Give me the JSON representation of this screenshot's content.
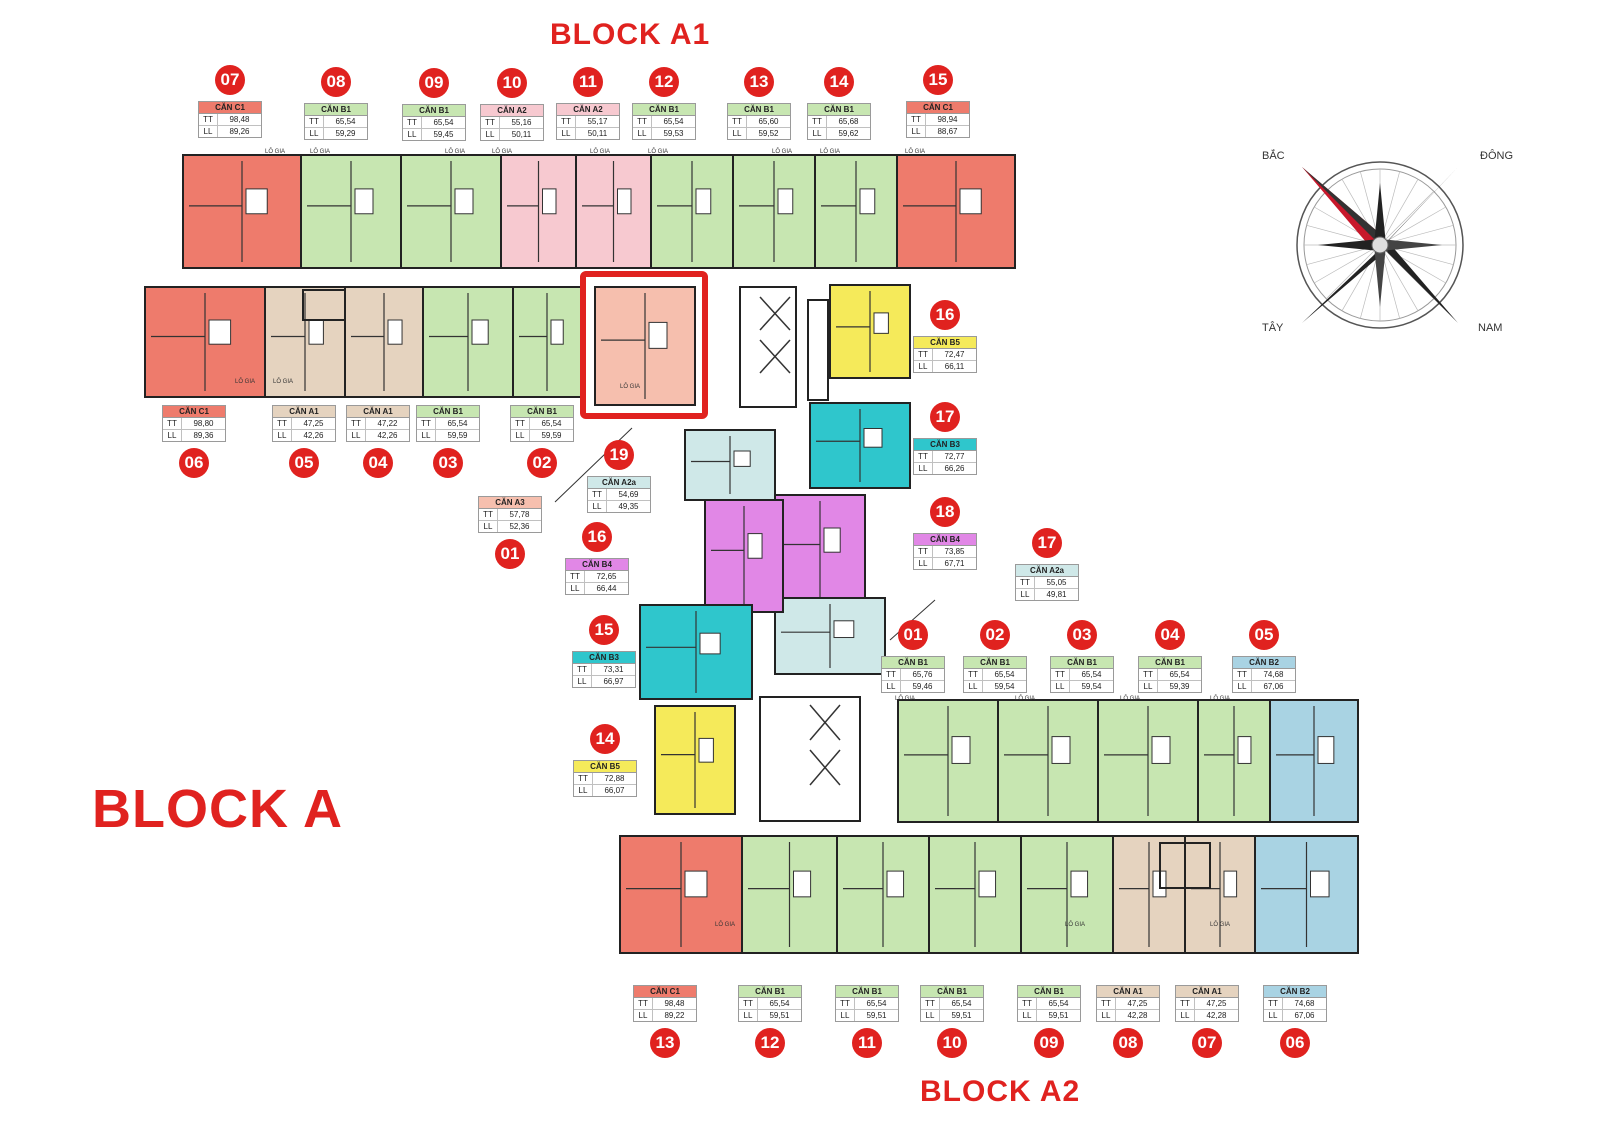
{
  "titles": {
    "block_a1": "BLOCK A1",
    "block_a2": "BLOCK A2",
    "block_a": "BLOCK A"
  },
  "labels": {
    "loggia": "LÔ GIA"
  },
  "compass": {
    "north": "BẮC",
    "east": "ĐÔNG",
    "west": "TÂY",
    "south": "NAM"
  },
  "colors": {
    "C1": "#ee7b6c",
    "B1": "#c7e6b1",
    "A2": "#f7c9d0",
    "A1": "#e5d3bf",
    "A3": "#f6bfae",
    "A2a": "#cfe8e8",
    "B3": "#2fc6cc",
    "B4": "#e187e6",
    "B5": "#f5ea5a",
    "B2": "#a9d3e3",
    "accent": "#e0221f",
    "highlight": "#e0221f"
  },
  "units": [
    {
      "no": "07",
      "name": "CĂN C1",
      "code": "C1",
      "tt": "98,48",
      "ll": "89,26"
    },
    {
      "no": "08",
      "name": "CĂN B1",
      "code": "B1",
      "tt": "65,54",
      "ll": "59,29"
    },
    {
      "no": "09",
      "name": "CĂN B1",
      "code": "B1",
      "tt": "65,54",
      "ll": "59,45"
    },
    {
      "no": "10",
      "name": "CĂN A2",
      "code": "A2",
      "tt": "55,16",
      "ll": "50,11"
    },
    {
      "no": "11",
      "name": "CĂN A2",
      "code": "A2",
      "tt": "55,17",
      "ll": "50,11"
    },
    {
      "no": "12",
      "name": "CĂN B1",
      "code": "B1",
      "tt": "65,54",
      "ll": "59,53"
    },
    {
      "no": "13",
      "name": "CĂN B1",
      "code": "B1",
      "tt": "65,60",
      "ll": "59,52"
    },
    {
      "no": "14",
      "name": "CĂN B1",
      "code": "B1",
      "tt": "65,68",
      "ll": "59,62"
    },
    {
      "no": "15",
      "name": "CĂN C1",
      "code": "C1",
      "tt": "98,94",
      "ll": "88,67"
    },
    {
      "no": "06",
      "name": "CĂN C1",
      "code": "C1",
      "tt": "98,80",
      "ll": "89,36"
    },
    {
      "no": "05",
      "name": "CĂN A1",
      "code": "A1",
      "tt": "47,25",
      "ll": "42,26"
    },
    {
      "no": "04",
      "name": "CĂN A1",
      "code": "A1",
      "tt": "47,22",
      "ll": "42,26"
    },
    {
      "no": "03",
      "name": "CĂN B1",
      "code": "B1",
      "tt": "65,54",
      "ll": "59,59"
    },
    {
      "no": "02",
      "name": "CĂN B1",
      "code": "B1",
      "tt": "65,54",
      "ll": "59,59"
    },
    {
      "no": "01",
      "name": "CĂN A3",
      "code": "A3",
      "tt": "57,78",
      "ll": "52,36"
    },
    {
      "no": "19",
      "name": "CĂN A2a",
      "code": "A2a",
      "tt": "54,69",
      "ll": "49,35"
    },
    {
      "no": "16",
      "name": "CĂN B5",
      "code": "B5",
      "tt": "72,47",
      "ll": "66,11"
    },
    {
      "no": "17",
      "name": "CĂN B3",
      "code": "B3",
      "tt": "72,77",
      "ll": "66,26"
    },
    {
      "no": "18",
      "name": "CĂN B4",
      "code": "B4",
      "tt": "73,85",
      "ll": "67,71"
    },
    {
      "no": "17",
      "name": "CĂN A2a",
      "code": "A2a",
      "tt": "55,05",
      "ll": "49,81"
    },
    {
      "no": "16",
      "name": "CĂN B4",
      "code": "B4",
      "tt": "72,65",
      "ll": "66,44"
    },
    {
      "no": "15",
      "name": "CĂN B3",
      "code": "B3",
      "tt": "73,31",
      "ll": "66,97"
    },
    {
      "no": "14",
      "name": "CĂN B5",
      "code": "B5",
      "tt": "72,88",
      "ll": "66,07"
    },
    {
      "no": "01",
      "name": "CĂN B1",
      "code": "B1",
      "tt": "65,76",
      "ll": "59,46"
    },
    {
      "no": "02",
      "name": "CĂN B1",
      "code": "B1",
      "tt": "65,54",
      "ll": "59,54"
    },
    {
      "no": "03",
      "name": "CĂN B1",
      "code": "B1",
      "tt": "65,54",
      "ll": "59,54"
    },
    {
      "no": "04",
      "name": "CĂN B1",
      "code": "B1",
      "tt": "65,54",
      "ll": "59,39"
    },
    {
      "no": "05",
      "name": "CĂN B2",
      "code": "B2",
      "tt": "74,68",
      "ll": "67,06"
    },
    {
      "no": "13",
      "name": "CĂN C1",
      "code": "C1",
      "tt": "98,48",
      "ll": "89,22"
    },
    {
      "no": "12",
      "name": "CĂN B1",
      "code": "B1",
      "tt": "65,54",
      "ll": "59,51"
    },
    {
      "no": "11",
      "name": "CĂN B1",
      "code": "B1",
      "tt": "65,54",
      "ll": "59,51"
    },
    {
      "no": "10",
      "name": "CĂN B1",
      "code": "B1",
      "tt": "65,54",
      "ll": "59,51"
    },
    {
      "no": "09",
      "name": "CĂN B1",
      "code": "B1",
      "tt": "65,54",
      "ll": "59,51"
    },
    {
      "no": "08",
      "name": "CĂN A1",
      "code": "A1",
      "tt": "47,25",
      "ll": "42,28"
    },
    {
      "no": "07",
      "name": "CĂN A1",
      "code": "A1",
      "tt": "47,25",
      "ll": "42,28"
    },
    {
      "no": "06",
      "name": "CĂN B2",
      "code": "B2",
      "tt": "74,68",
      "ll": "67,06"
    }
  ]
}
